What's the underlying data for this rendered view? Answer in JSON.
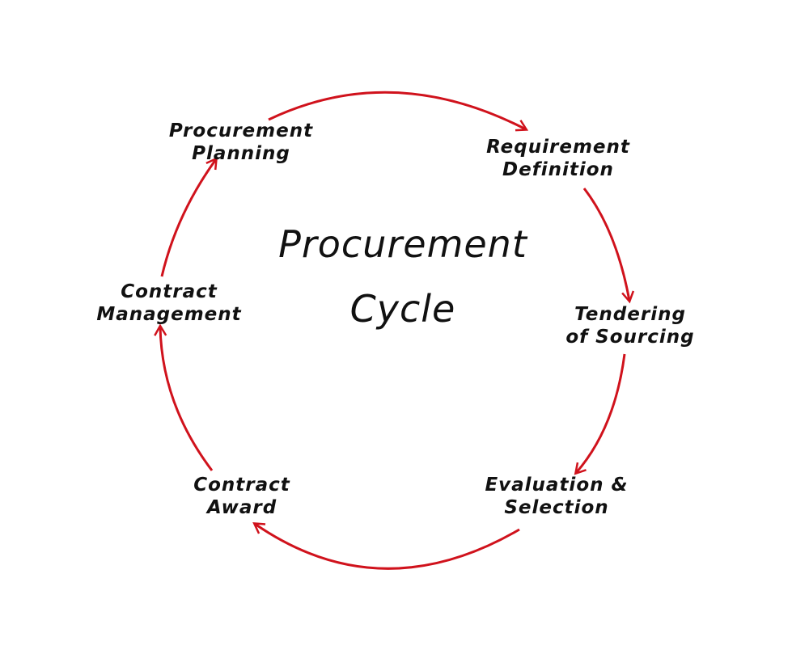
{
  "diagram": {
    "title_line1": "Procurement",
    "title_line2": "Cycle",
    "arrow_color": "#d0121c",
    "text_color": "#111111",
    "steps": [
      {
        "line1": "Procurement",
        "line2": "Planning"
      },
      {
        "line1": "Requirement",
        "line2": "Definition"
      },
      {
        "line1": "Tendering",
        "line2": "of Sourcing"
      },
      {
        "line1": "Evaluation &",
        "line2": "Selection"
      },
      {
        "line1": "Contract",
        "line2": "Award"
      },
      {
        "line1": "Contract",
        "line2": "Management"
      }
    ]
  }
}
